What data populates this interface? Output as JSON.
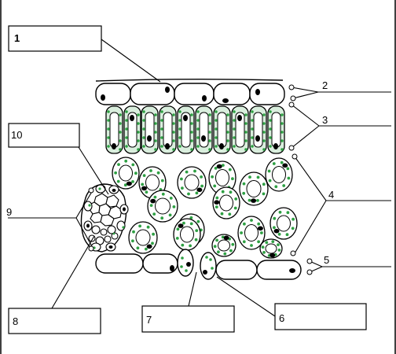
{
  "diagram": {
    "box_labels": [
      "1",
      "10",
      "8",
      "7",
      "6"
    ],
    "side_numbers": [
      "2",
      "3",
      "4",
      "5",
      "9"
    ],
    "colors": {
      "stroke": "#000000",
      "chloroplast": "#2ea043",
      "nucleus": "#000000",
      "cell_fill": "#ffffff"
    }
  }
}
